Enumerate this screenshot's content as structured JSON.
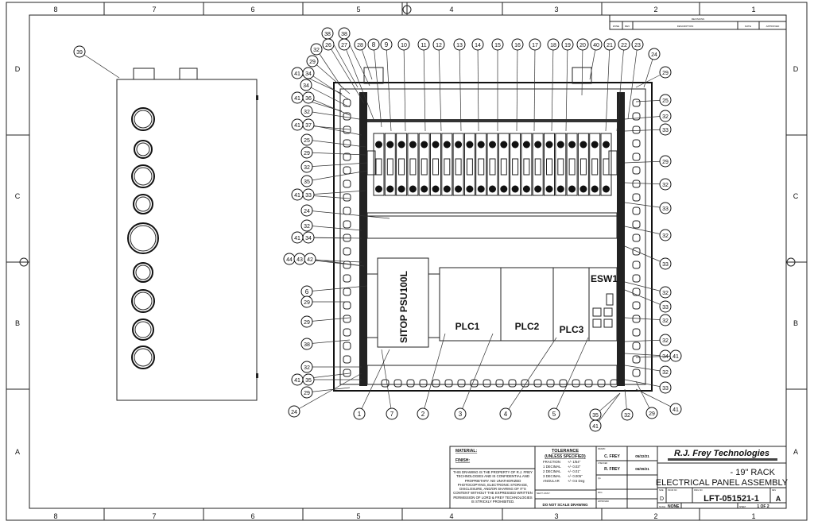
{
  "zones": {
    "columns": [
      "8",
      "7",
      "6",
      "5",
      "4",
      "3",
      "2",
      "1"
    ],
    "rows": [
      "D",
      "C",
      "B",
      "A"
    ]
  },
  "revision_block": {
    "title": "REVISIONS",
    "headers": [
      "ZONE",
      "REV",
      "DESCRIPTION",
      "DATE",
      "APPROVED"
    ]
  },
  "title_block": {
    "material_label": "MATERIAL:",
    "finish_label": "FINISH:",
    "notice": "THIS DRAWING IS THE PROPERTY OF R.J. FREY TECHNOLOGIES AND IS CONFIDENTIAL AND PROPRIETARY. NO UNATHORIZED PHOTOCOPYING, ELECTRONIC STORAGE, DISCLOSURE, AND/OR SHARING OF IT'S CONTENT WITHOUT THE EXPRESSED WRITTEN PERMISSION OF LORD & FREY TECHNOLOGIES IS STRICKLY PROHIBITED.",
    "tolerance_title": "TOLERANCE",
    "tolerance_sub": "(UNLESS SPECIFIED)",
    "tolerances": [
      [
        "FRACTION",
        "+/- 1/64\""
      ],
      [
        "1 DECIMAL",
        "+/- 0.03\""
      ],
      [
        "2 DECIMAL",
        "+/- 0.01\""
      ],
      [
        "3 DECIMAL",
        "+/- 0.005\""
      ],
      [
        "ANGULAR",
        "+/- 0.5 Deg"
      ]
    ],
    "next_assy": "NEXT ASSY:",
    "do_not_scale": "DO NOT SCALE DRAWING",
    "drawn_label": "DRAWN",
    "drawn_by": "C. FREY",
    "drawn_date": "05/22/21",
    "checked_label": "CHECKED",
    "checked_by": "R. FREY",
    "checked_date": "06/09/21",
    "qa_label": "QA",
    "mfg_label": "MFG",
    "approved_label": "APPROVED",
    "company": "R.J. Frey Technologies",
    "title_line1": "- 19\" RACK",
    "title_line2": "ELECTRICAL PANEL ASSEMBLY",
    "size_label": "SIZE",
    "size": "D",
    "fscm_label": "FSCM NO",
    "dwg_label": "DWG NO",
    "dwg_no": "LFT-051521-1",
    "rev_label": "REV",
    "rev": "A",
    "scale_label": "SCALE",
    "scale": "NONE",
    "sheet_label": "SHEET",
    "sheet": "1 OF 2"
  },
  "components": {
    "psu": "SITOP PSU100L",
    "plc1": "PLC1",
    "plc2": "PLC2",
    "plc3": "PLC3",
    "esw": "ESW1"
  },
  "balloons": [
    "39",
    "38",
    "26",
    "38",
    "27",
    "28",
    "8",
    "9",
    "10",
    "11",
    "12",
    "13",
    "14",
    "15",
    "16",
    "17",
    "18",
    "19",
    "20",
    "40",
    "21",
    "22",
    "23",
    "24",
    "32",
    "29",
    "41",
    "34",
    "34",
    "41",
    "36",
    "32",
    "41",
    "37",
    "25",
    "29",
    "32",
    "35",
    "41",
    "33",
    "24",
    "32",
    "41",
    "34",
    "44",
    "43",
    "42",
    "6",
    "29",
    "29",
    "38",
    "32",
    "41",
    "35",
    "29",
    "24",
    "29",
    "25",
    "32",
    "33",
    "29",
    "32",
    "33",
    "32",
    "33",
    "32",
    "33",
    "32",
    "32",
    "34",
    "41",
    "32",
    "33",
    "41",
    "29",
    "32",
    "35",
    "41",
    "1",
    "7",
    "2",
    "3",
    "4",
    "5"
  ]
}
